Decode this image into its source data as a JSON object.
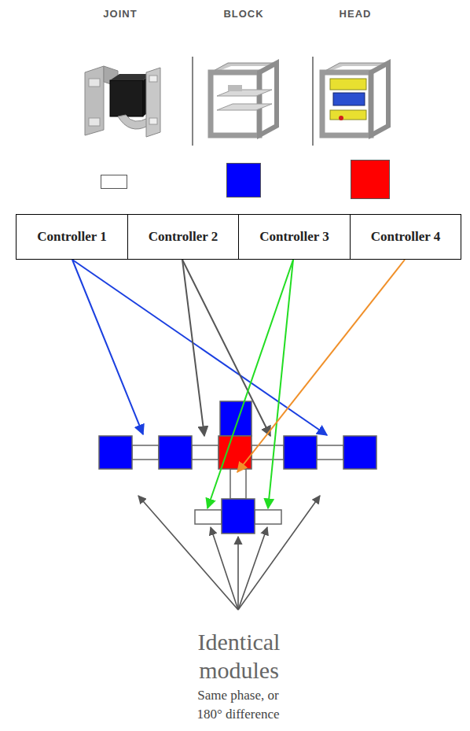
{
  "diagram": {
    "nodes": [
      {
        "text": [
          "Controller 1"
        ]
      },
      {
        "text": [
          "Controller 2"
        ]
      },
      {
        "text": [
          "Controller 3"
        ]
      },
      {
        "text": [
          "Controller 4"
        ]
      }
    ],
    "labels": [
      "Identical modules",
      "Same phase, or 180° difference"
    ],
    "legend": [
      {
        "text": "JOINT",
        "color": "#ffffff"
      },
      {
        "text": "BLOCK",
        "color": "#0000ff"
      },
      {
        "text": "HEAD",
        "color": "#ff0000"
      }
    ]
  }
}
